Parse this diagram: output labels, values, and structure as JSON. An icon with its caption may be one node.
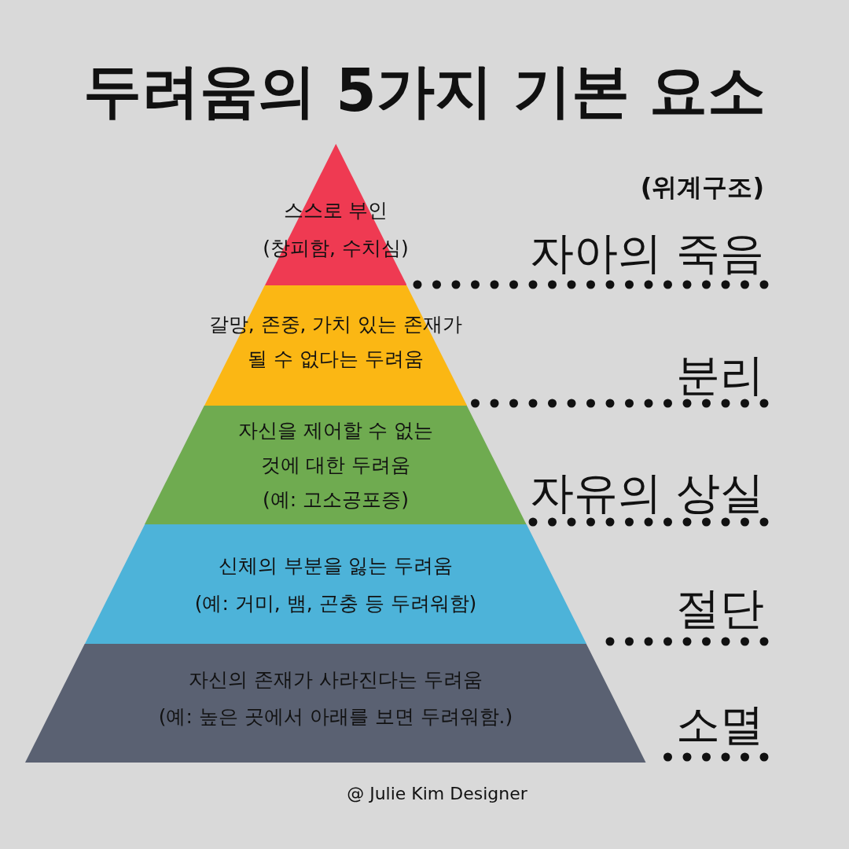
{
  "diagram": {
    "title": "두려움의 5가지 기본 요소",
    "nodes": [
      {
        "text": [
          "스스로 부인",
          "(창피함, 수치심)"
        ]
      },
      {
        "text": [
          "갈망, 존중, 가치 있는 존재가 될 수 없다는 두려움"
        ]
      },
      {
        "text": [
          "자신을 제어할 수 없는 것에 대한 두려움",
          "(예: 고소공포증)"
        ]
      },
      {
        "text": [
          "신체의 부분을 잃는 두려움",
          "(예: 거미, 뱀, 곤충 등 두려워함)"
        ]
      },
      {
        "text": [
          "자신의 존재가 사라진다는 두려움",
          "(예: 높은 곳에서 아래를 보면 두려워함.)"
        ]
      },
      {
        "text": [
          "자아의 죽음"
        ]
      },
      {
        "text": [
          "분리"
        ]
      },
      {
        "text": [
          "자유의 상실"
        ]
      },
      {
        "text": [
          "절단"
        ]
      },
      {
        "text": [
          "소멸"
        ]
      }
    ],
    "edges": [
      {
        "from": 5,
        "to": 0,
        "arrow": "none",
        "style": "dashed"
      },
      {
        "from": 6,
        "to": 1,
        "arrow": "none",
        "style": "dashed"
      },
      {
        "from": 7,
        "to": 2,
        "arrow": "none",
        "style": "dashed"
      },
      {
        "from": 8,
        "to": 3,
        "arrow": "none",
        "style": "dashed"
      },
      {
        "from": 9,
        "to": 4,
        "arrow": "none",
        "style": "dashed"
      }
    ],
    "labels": [
      "(위계구조)",
      "@ Julie Kim Designer"
    ]
  }
}
